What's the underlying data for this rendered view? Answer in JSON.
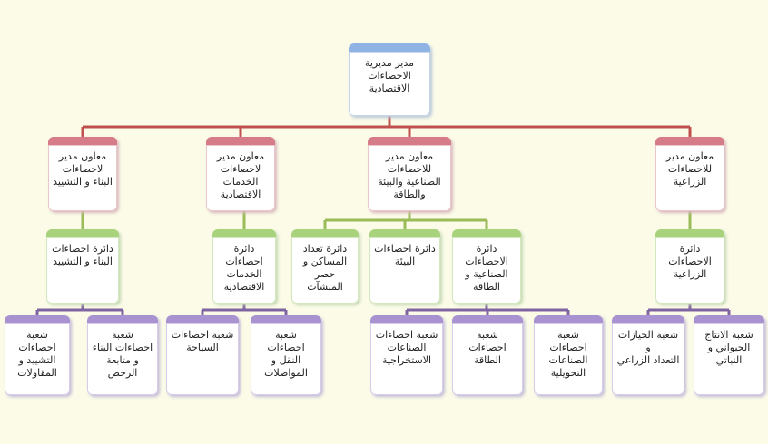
{
  "root": {
    "label": "مدير مديرية\nالاحصاءات\nالاقتصادية"
  },
  "deputies": [
    {
      "label": "معاون مدير\nلاحصاءات\nالبناء و التشييد"
    },
    {
      "label": "معاون مدير\nلاحصاءات\nالخدمات\nالاقتصادية"
    },
    {
      "label": "معاون مدير\nللاحصاءات\nالصناعية والبيئة\nوالطاقة"
    },
    {
      "label": "معاون مدير\nللاحصاءات\nالزراعية"
    }
  ],
  "departments": [
    {
      "label": "دائرة احصاءات\nالبناء و التشييد"
    },
    {
      "label": "دائرة احصاءات\nالخدمات\nالاقتصادية"
    },
    {
      "label": "دائرة تعداد\nالمساكن و\nحصر المنشآت"
    },
    {
      "label": "دائرة احصاءات\nالبيئة"
    },
    {
      "label": "دائرة\nالاحصاءات\nالصناعية و\nالطاقة"
    },
    {
      "label": "دائرة\nالاحصاءات\nالزراعية"
    }
  ],
  "sections": [
    {
      "label": "شعبة احصاءات\nالتشييد و\nالمقاولات"
    },
    {
      "label": "شعبة\nاحصاءات البناء\nو متابعة\nالرخص"
    },
    {
      "label": "شعبة احصاءات\nالسياحة"
    },
    {
      "label": "شعبة احصاءات\nالنقل و\nالمواصلات"
    },
    {
      "label": "شعبة احصاءات\nالصناعات\nالاستخراجية"
    },
    {
      "label": "شعبة احصاءات\nالطاقة"
    },
    {
      "label": "شعبة احصاءات\nالصناعات\nالتحويلية"
    },
    {
      "label": "شعبة الحيازات و\nالتعداد الزراعي"
    },
    {
      "label": "شعبة الانتاج\nالحيواني و النباتي"
    }
  ],
  "colors": {
    "background": "#fbfbe8",
    "root": "#8fb4e3",
    "deputy": "#d67c88",
    "department": "#a9d27c",
    "section": "#a892cf",
    "line_red": "#c0504d",
    "line_green": "#9bbb59",
    "line_purple": "#8064a2"
  }
}
